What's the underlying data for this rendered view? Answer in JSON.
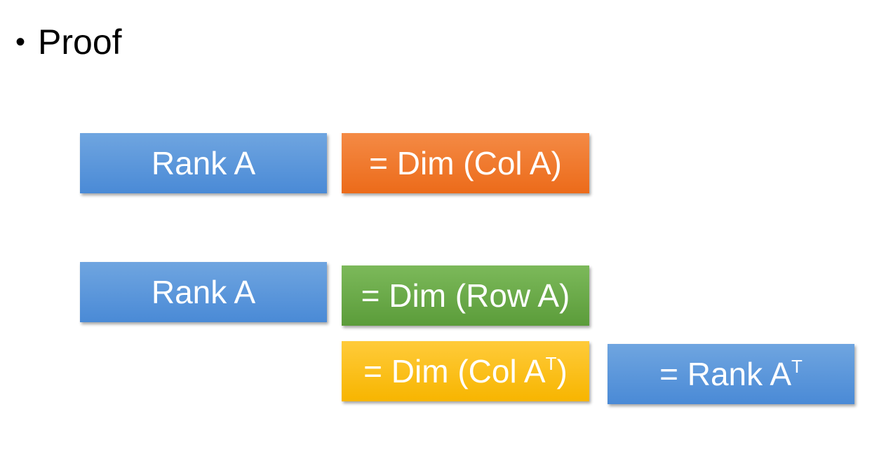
{
  "heading": {
    "bullet": "•",
    "text": "Proof"
  },
  "boxes": {
    "rank_a_1": {
      "text": "Rank A"
    },
    "dim_col_a": {
      "text": "= Dim (Col A)"
    },
    "rank_a_2": {
      "text": "Rank A"
    },
    "dim_row_a": {
      "text": "= Dim (Row A)"
    },
    "dim_col_at": {
      "prefix": "= Dim (Col A",
      "sup": "T",
      "suffix": ")"
    },
    "rank_at": {
      "prefix": "= Rank A",
      "sup": "T"
    }
  },
  "colors": {
    "blue": "#5b9bd5",
    "orange": "#ed7d31",
    "green": "#70ad47",
    "yellow": "#ffc000"
  }
}
